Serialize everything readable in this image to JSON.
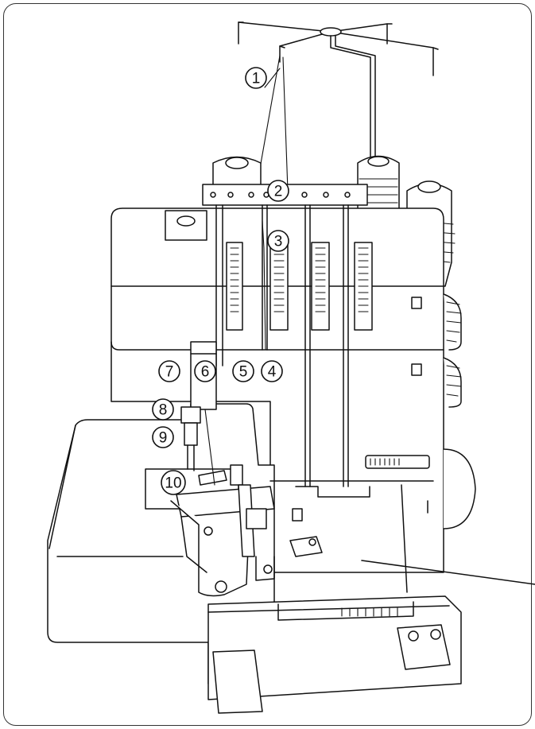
{
  "callouts": [
    {
      "id": "1",
      "label": "1"
    },
    {
      "id": "2",
      "label": "2"
    },
    {
      "id": "3",
      "label": "3"
    },
    {
      "id": "4",
      "label": "4"
    },
    {
      "id": "5",
      "label": "5"
    },
    {
      "id": "6",
      "label": "6"
    },
    {
      "id": "7",
      "label": "7"
    },
    {
      "id": "8",
      "label": "8"
    },
    {
      "id": "9",
      "label": "9"
    },
    {
      "id": "10",
      "label": "10"
    }
  ],
  "colors": {
    "line": "#111111",
    "fill": "#ffffff",
    "frame": "#333333"
  }
}
